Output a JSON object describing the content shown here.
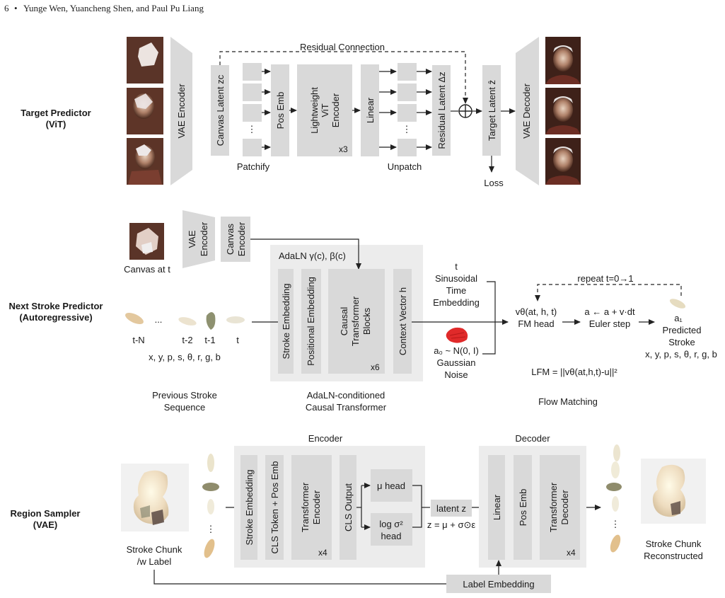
{
  "header": {
    "page_number": "6",
    "bullet": "•",
    "authors": "Yunge Wen, Yuancheng Shen, and Paul Pu Liang"
  },
  "target_predictor": {
    "title_line1": "Target Predictor",
    "title_line2": "(ViT)",
    "vae_encoder": "VAE Encoder",
    "canvas_latent": "Canvas Latent zc",
    "patchify": "Patchify",
    "patch_dots": "⋮",
    "pos_emb": "Pos Emb",
    "vit_line1": "Lightweight",
    "vit_line2": "ViT",
    "vit_line3": "Encoder",
    "vit_repeat": "x3",
    "linear": "Linear",
    "unpatch": "Unpatch",
    "residual_latent": "Residual Latent Δz",
    "residual_connection": "Residual Connection",
    "target_latent": "Target Latent ẑ",
    "vae_decoder": "VAE Decoder",
    "loss": "Loss"
  },
  "next_stroke": {
    "title_line1": "Next Stroke Predictor",
    "title_line2": "(Autoregressive)",
    "canvas_at_t": "Canvas at t",
    "vae_encoder_line1": "VAE",
    "vae_encoder_line2": "Encoder",
    "canvas_encoder_line1": "Canvas",
    "canvas_encoder_line2": "Encoder",
    "adaln": "AdaLN γ(c), β(c)",
    "stroke_embedding": "Stroke Embedding",
    "positional_embedding": "Positional Embedding",
    "ctb_line1": "Causal",
    "ctb_line2": "Transformer",
    "ctb_line3": "Blocks",
    "ctb_repeat": "x6",
    "context_vector": "Context Vector h",
    "seq_ellipsis": "...",
    "seq_labels": [
      "t-N",
      "t-2",
      "t-1",
      "t"
    ],
    "seq_params": "x, y, p, s, θ, r, g, b",
    "prev_line1": "Previous Stroke",
    "prev_line2": "Sequence",
    "adaln_cond_line1": "AdaLN-conditioned",
    "adaln_cond_line2": "Causal Transformer",
    "time_line1": "t",
    "time_line2": "Sinusoidal",
    "time_line3": "Time",
    "time_line4": "Embedding",
    "noise_line1": "a₀ ~ N(0, I)",
    "noise_line2": "Gaussian",
    "noise_line3": "Noise",
    "fm_line1": "vθ(at, h, t)",
    "fm_line2": "FM head",
    "euler_line1": "a ← a + v·dt",
    "euler_line2": "Euler step",
    "repeat": "repeat  t=0→1",
    "pred_line1": "a₁",
    "pred_line2": "Predicted",
    "pred_line3": "Stroke",
    "pred_params": "x, y, p, s, θ, r, g, b",
    "lfm": "LFM = ||vθ(at,h,t)-u||²",
    "flow_matching": "Flow Matching"
  },
  "region_sampler": {
    "title_line1": "Region Sampler",
    "title_line2": "(VAE)",
    "encoder_title": "Encoder",
    "decoder_title": "Decoder",
    "stroke_embedding": "Stroke Embedding",
    "cls_token": "CLS Token + Pos Emb",
    "te_line1": "Transformer",
    "te_line2": "Encoder",
    "te_repeat": "x4",
    "cls_output": "CLS Output",
    "mu_head": "μ head",
    "logvar_line1": "log  σ²",
    "logvar_line2": "head",
    "latent_z": "latent z",
    "reparam": "z = μ + σ⊙ε",
    "linear": "Linear",
    "pos_emb": "Pos Emb",
    "td_line1": "Transformer",
    "td_line2": "Decoder",
    "td_repeat": "x4",
    "label_embedding": "Label Embedding",
    "chunk_line1": "Stroke Chunk",
    "chunk_line2": "/w Label",
    "recon_line1": "Stroke Chunk",
    "recon_line2": "Reconstructed",
    "dots": "⋮"
  }
}
